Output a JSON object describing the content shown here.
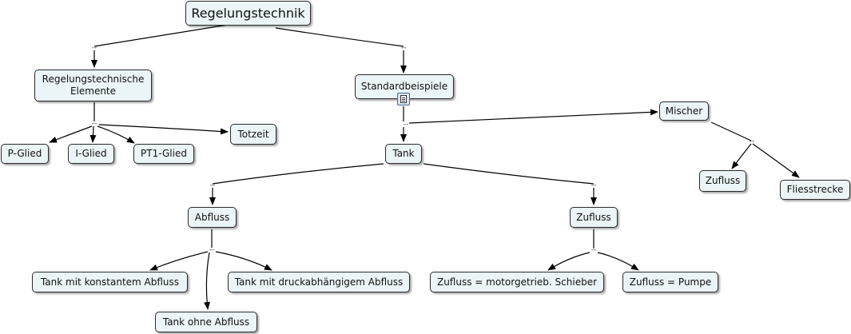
{
  "nodes": {
    "regelungstechnik": "Regelungstechnik",
    "elemente": "Regelungstechnische Elemente",
    "standardbeispiele": "Standardbeispiele",
    "p_glied": "P-Glied",
    "i_glied": "I-Glied",
    "pt1_glied": "PT1-Glied",
    "totzeit": "Totzeit",
    "mischer": "Mischer",
    "tank": "Tank",
    "zufluss_mischer": "Zufluss",
    "fliesstrecke": "Fliesstrecke",
    "abfluss": "Abfluss",
    "zufluss_tank": "Zufluss",
    "tank_konstant": "Tank mit konstantem Abfluss",
    "tank_druck": "Tank mit druckabhängigem Abfluss",
    "tank_ohne": "Tank ohne Abfluss",
    "zufluss_schieber": "Zufluss = motorgetrieb. Schieber",
    "zufluss_pumpe": "Zufluss = Pumpe"
  },
  "linking_phrase": "--",
  "icons": {
    "resource": "document-icon"
  },
  "colors": {
    "node_fill": "#ebf4f7",
    "border": "#2b2b2b",
    "edge": "#000000"
  }
}
